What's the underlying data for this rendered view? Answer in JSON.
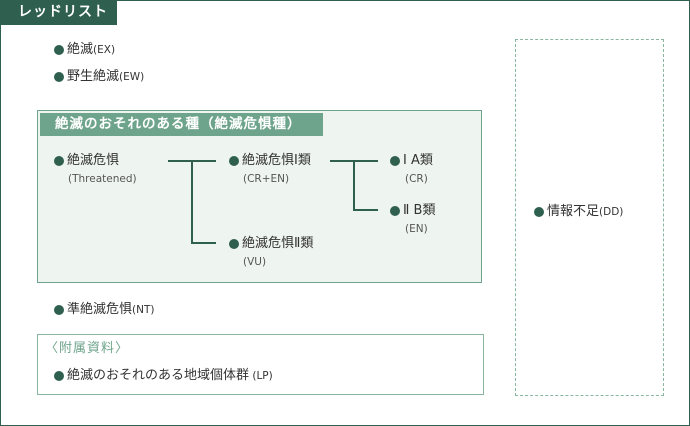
{
  "tab_title": "レッドリスト",
  "extinct": {
    "label": "絶滅",
    "code": "(EX)"
  },
  "extinct_wild": {
    "label": "野生絶滅",
    "code": "(EW)"
  },
  "threatened_group": {
    "header": "絶滅のおそれのある種（絶滅危惧種）",
    "threatened": {
      "label": "絶滅危惧",
      "sub": "(Threatened)"
    },
    "cr_en": {
      "label": "絶滅危惧Ⅰ類",
      "sub": "(CR+EN)"
    },
    "vu": {
      "label": "絶滅危惧Ⅱ類",
      "sub": "(VU)"
    },
    "ia": {
      "label": "Ⅰ A類",
      "sub": "(CR)"
    },
    "ib": {
      "label": "Ⅱ B類",
      "sub": "(EN)"
    }
  },
  "near_threatened": {
    "label": "準絶滅危惧",
    "code": "(NT)"
  },
  "appendix": {
    "header": "〈附属資料〉",
    "lp": {
      "label": "絶滅のおそれのある地域個体群",
      "code": " (LP)"
    }
  },
  "data_deficient": {
    "label": "情報不足",
    "code": "(DD)"
  },
  "colors": {
    "dark_green": "#2f5f4f",
    "mid_green": "#6fa48c",
    "light_bg": "#eef4f0"
  }
}
